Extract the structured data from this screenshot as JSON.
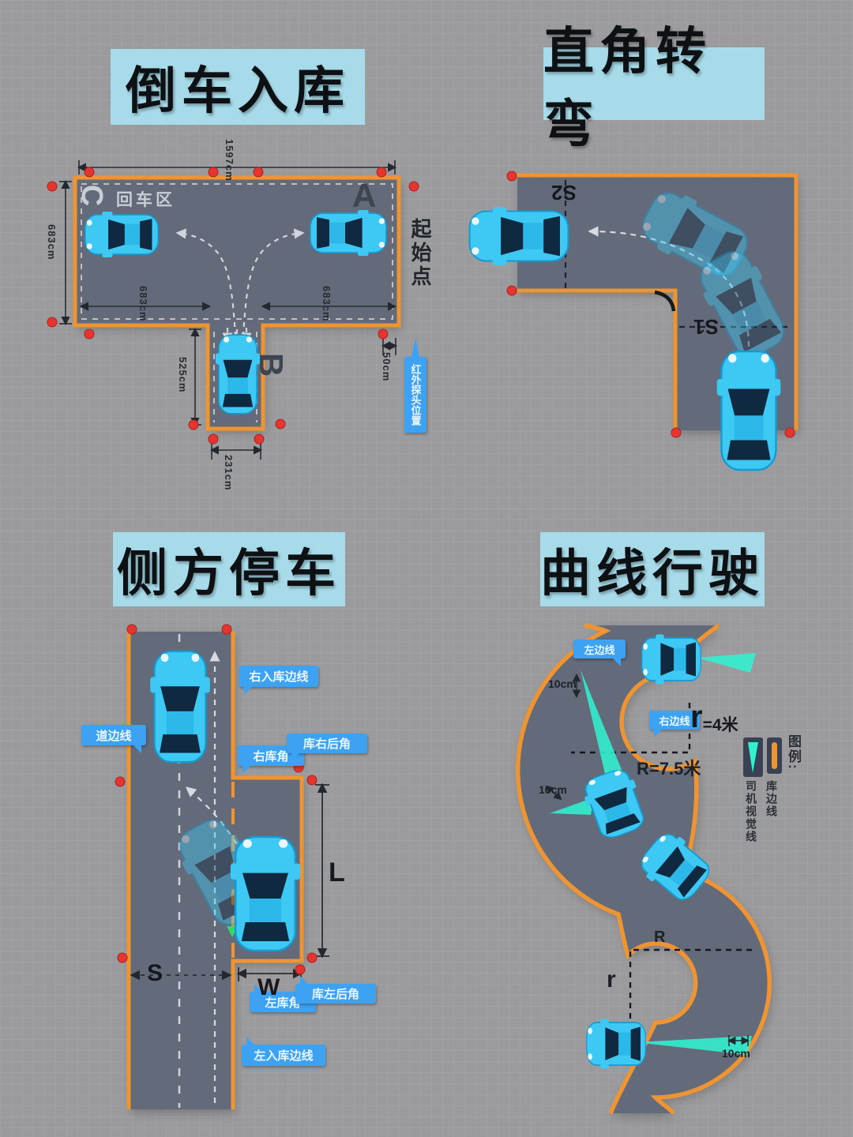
{
  "titles": {
    "reverse_parking": "倒车入库",
    "right_angle_turn": "直角转弯",
    "parallel_parking": "侧方停车",
    "curve_driving": "曲线行驶"
  },
  "reverse_parking": {
    "dims": {
      "top": "1597cm",
      "left": "683cm",
      "inner_left": "683cm",
      "inner_right": "683cm",
      "depth": "525cm",
      "width": "231cm",
      "offset": "50cm"
    },
    "labels": {
      "turn_area": "回车区",
      "point_c": "C",
      "point_a": "A",
      "point_b": "B",
      "start_point": "起始点",
      "infrared": "红外探头位置"
    }
  },
  "right_angle_turn": {
    "labels": {
      "s1": "S1",
      "s2": "S2"
    }
  },
  "parallel_parking": {
    "tags": {
      "right_entry_line": "右入库边线",
      "road_edge_line": "道边线",
      "right_corner": "右库角",
      "rear_right_corner": "库右后角",
      "left_corner": "左库角",
      "rear_left_corner": "库左后角",
      "left_entry_line": "左入库边线"
    },
    "dims": {
      "length": "L",
      "width": "W",
      "span": "S"
    }
  },
  "curve_driving": {
    "tags": {
      "left_edge_line": "左边线",
      "right_edge_line": "右边线"
    },
    "dims": {
      "r_inner": "r",
      "r_inner_value": "=4米",
      "radius_note": "R=7.5米",
      "r_outer_label": "R",
      "r_inner_label": "r",
      "gap_top": "10cm",
      "gap_mid": "10cm",
      "gap_bottom": "10cm"
    },
    "legend": {
      "title": "图例:",
      "driver_vision_line": "司机视觉线",
      "edge_line": "库边线"
    }
  },
  "colors": {
    "background": "#9b9b9d",
    "road": "#646b7a",
    "boundary_orange": "#ef9432",
    "car_cyan": "#3ec9f4",
    "marker_red": "#e53530",
    "tag_blue": "#3da2f2",
    "title_bg": "#a7dbe9",
    "vision_beam": "#31f1cf"
  }
}
